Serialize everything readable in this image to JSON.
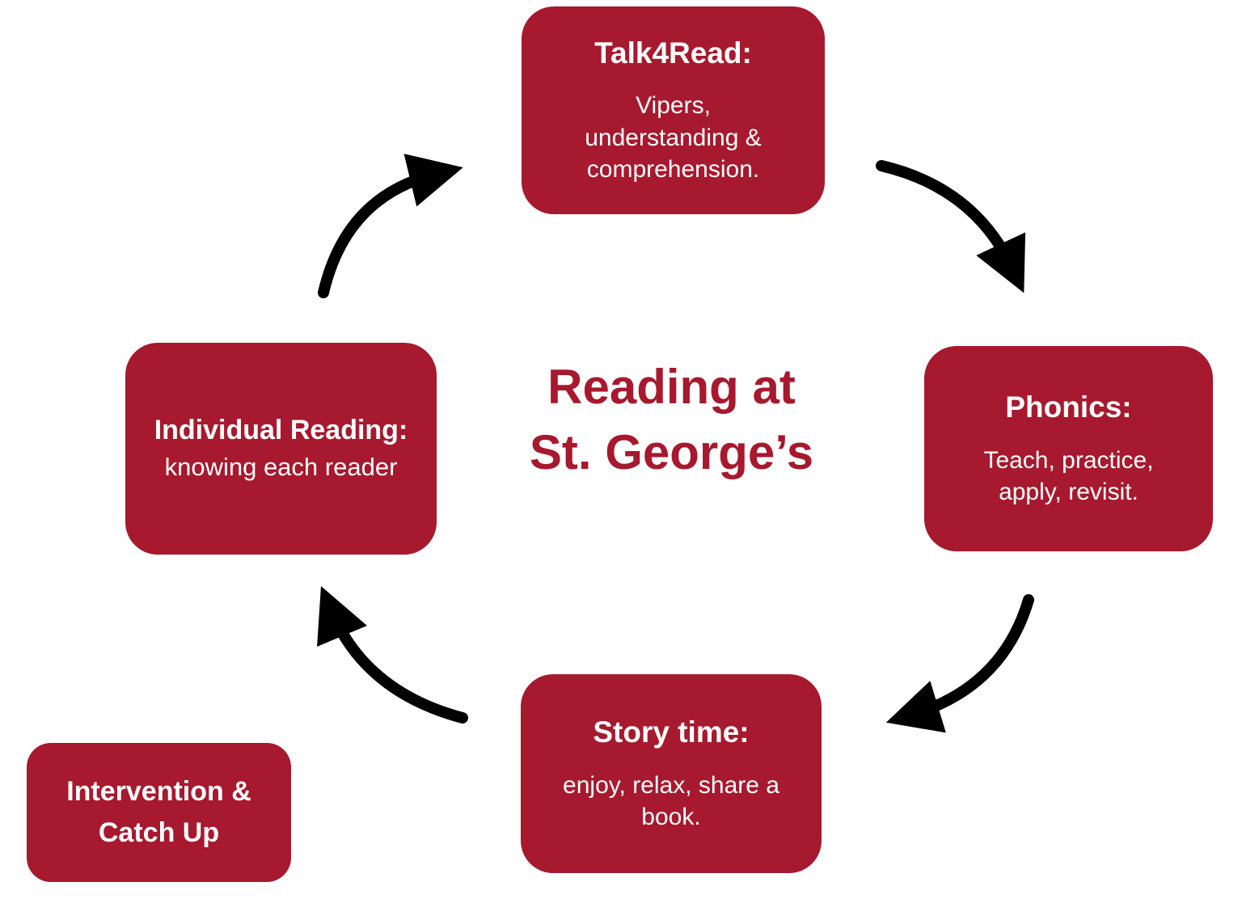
{
  "colors": {
    "box": "#A6192E",
    "box_text": "#FFFFFF",
    "title": "#A6192E",
    "arrow": "#000000",
    "background": "#FFFFFF"
  },
  "title": {
    "text": "Reading at\nSt. George’s"
  },
  "nodes": {
    "talk4read": {
      "heading": "Talk4Read:",
      "body": "Vipers,\nunderstanding &\ncomprehension."
    },
    "phonics": {
      "heading": "Phonics:",
      "body": "Teach, practice,\napply, revisit."
    },
    "storytime": {
      "heading": "Story time:",
      "body": "enjoy, relax, share a\nbook."
    },
    "individual": {
      "heading": "Individual Reading:",
      "body": "knowing each reader"
    },
    "intervention": {
      "heading": "Intervention &\nCatch Up"
    }
  }
}
